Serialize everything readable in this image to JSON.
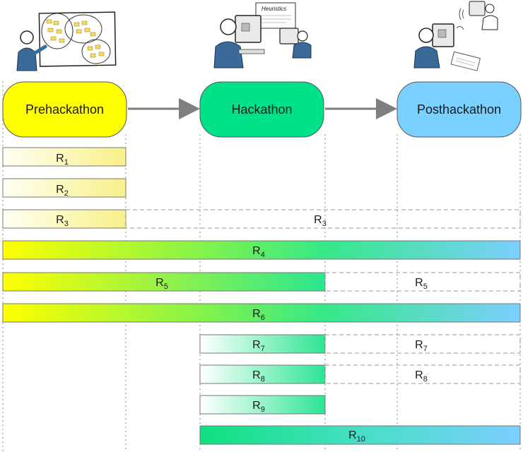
{
  "phases": {
    "pre": "Prehackathon",
    "hack": "Hackathon",
    "post": "Posthackathon"
  },
  "illustration": {
    "whiteboard_text": "Heuristics"
  },
  "requirements": {
    "r1": {
      "letter": "R",
      "sub": "1"
    },
    "r2": {
      "letter": "R",
      "sub": "2"
    },
    "r3": {
      "letter": "R",
      "sub": "3"
    },
    "r4": {
      "letter": "R",
      "sub": "4"
    },
    "r5": {
      "letter": "R",
      "sub": "5"
    },
    "r6": {
      "letter": "R",
      "sub": "6"
    },
    "r7": {
      "letter": "R",
      "sub": "7"
    },
    "r8": {
      "letter": "R",
      "sub": "8"
    },
    "r9": {
      "letter": "R",
      "sub": "9"
    },
    "r10": {
      "letter": "R",
      "sub": "10"
    }
  },
  "colors": {
    "pre": "#ffff00",
    "hack": "#00e28a",
    "post": "#7ad1ff",
    "arrow": "#7f7f7f",
    "dashed_border": "#9a9a9a",
    "person": "#3a6a98"
  }
}
